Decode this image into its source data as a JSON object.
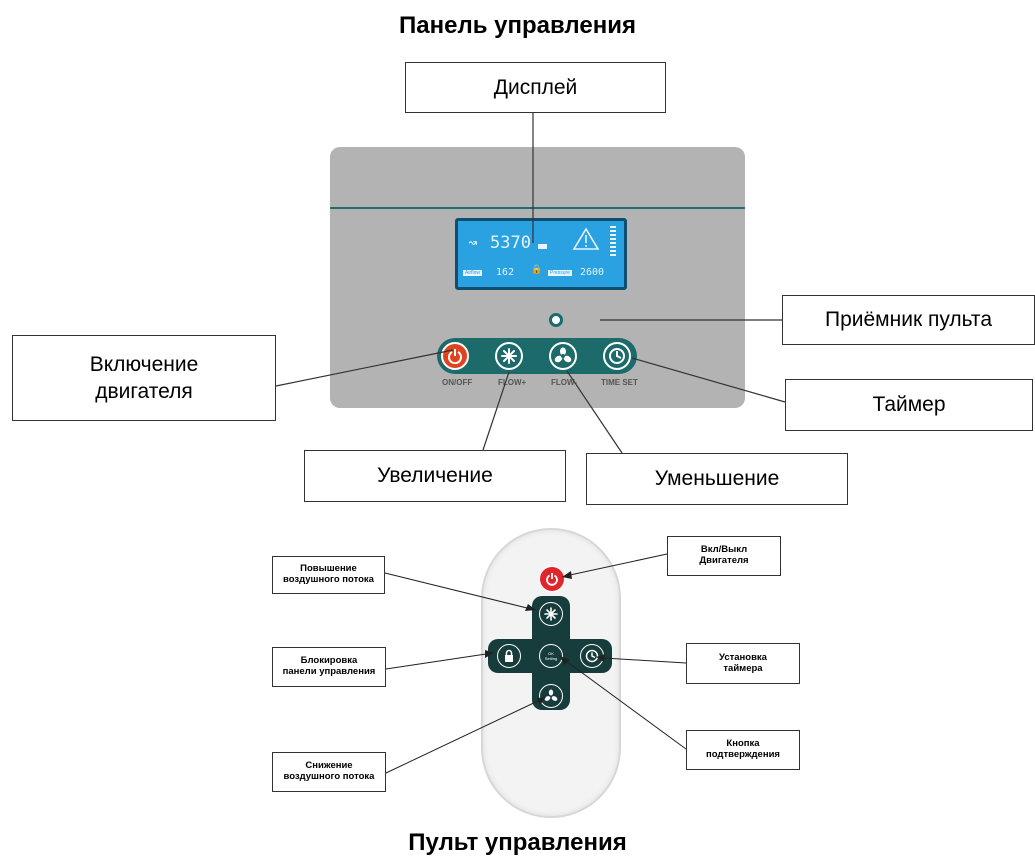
{
  "titles": {
    "panel": "Панель управления",
    "remote": "Пульт управления"
  },
  "panel_callouts": {
    "display": "Дисплей",
    "receiver": "Приёмник пульта",
    "power": "Включение\nдвигателя",
    "timer": "Таймер",
    "increase": "Увеличение",
    "decrease": "Уменьшение"
  },
  "panel_buttons": {
    "onoff": "ON/OFF",
    "flow_plus": "FLOW+",
    "flow_minus": "FLOW-",
    "time_set": "TIME SET"
  },
  "lcd": {
    "main_value": "5370",
    "airflow_label": "Airflow",
    "airflow_value": "162",
    "pressure_label": "Pressure",
    "pressure_value": "2600"
  },
  "remote_callouts": {
    "flow_up": "Повышение\nвоздушного потока",
    "power": "Вкл/Выкл\nДвигателя",
    "lock": "Блокировка\nпанели управления",
    "timer": "Установка\nтаймера",
    "flow_down": "Снижение\nвоздушного потока",
    "confirm": "Кнопка\nподтверждения"
  },
  "remote_center_button": {
    "line1": "OK",
    "line2": "Setting"
  },
  "colors": {
    "panel": "#b3b3b3",
    "lcd": "#2aa1e0",
    "button_strip": "#1d6a6a",
    "power_red": "#e2431f",
    "remote_cross": "#163d3c"
  }
}
